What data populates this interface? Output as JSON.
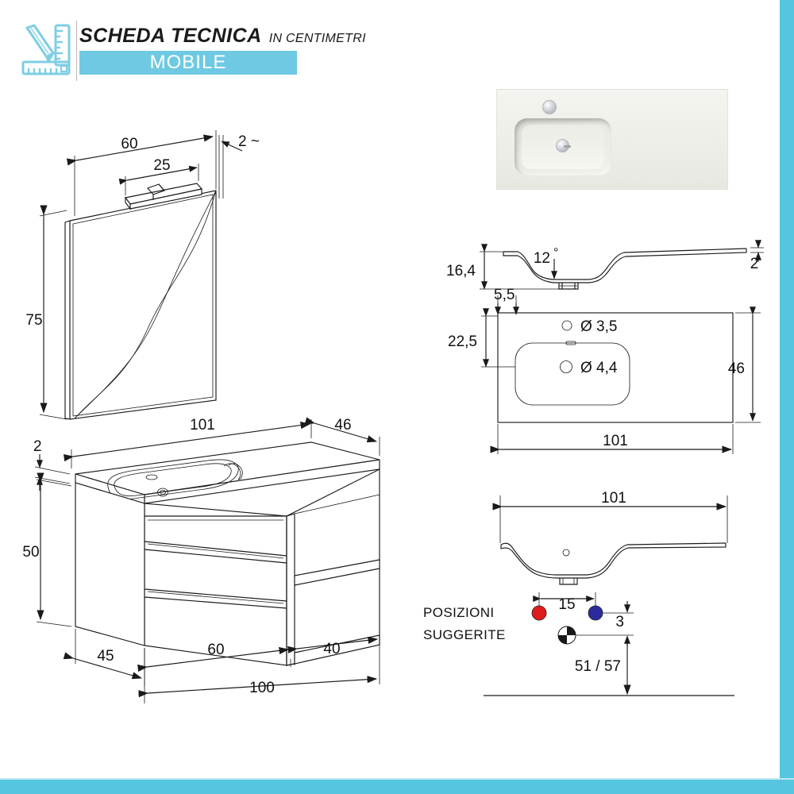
{
  "header": {
    "logo_icon": "pencil-ruler-icon",
    "title_main": "SCHEDA TECNICA",
    "title_sub": "IN CENTIMETRI",
    "banner_label": "MOBILE",
    "banner_color": "#6fc9e3",
    "accent_color": "#55c5e0"
  },
  "mirror_view": {
    "name": "Mirror with LED lamp - isometric",
    "dims": {
      "width": "60",
      "lamp_width": "25",
      "thickness": "2 ~",
      "height": "75"
    }
  },
  "cabinet_view": {
    "name": "Vanity unit with basin - isometric",
    "dims": {
      "top_width": "101",
      "depth_top": "46",
      "top_thickness": "2",
      "height": "50",
      "side_depth": "45",
      "drawer_width": "60",
      "open_shelf_width": "40",
      "body_width": "100"
    }
  },
  "basin_photo": {
    "name": "washbasin-photo",
    "caption": ""
  },
  "basin_section_view": {
    "name": "Basin cross section",
    "dims": {
      "height": "16,4",
      "angle": "12",
      "angle_unit": "°",
      "rim_thickness": "2"
    }
  },
  "basin_top_view": {
    "name": "Basin plan view",
    "dims": {
      "edge_offset": "5,5",
      "hole_offset": "22,5",
      "hole_small": "Ø 3,5",
      "hole_large": "Ø 4,4",
      "depth": "46",
      "width": "101"
    }
  },
  "basin_front_view": {
    "name": "Basin front elevation with suggested positions",
    "dims": {
      "width": "101",
      "spacing": "15",
      "drop": "3",
      "floor_height": "51 / 57"
    },
    "labels": {
      "line1": "POSIZIONI",
      "line2": "SUGGERITE"
    },
    "markers": [
      {
        "name": "hot-water-marker",
        "color": "#e01b1b"
      },
      {
        "name": "cold-water-marker",
        "color": "#2b2b9e"
      },
      {
        "name": "drain-marker",
        "color": "#ffffff"
      }
    ]
  }
}
